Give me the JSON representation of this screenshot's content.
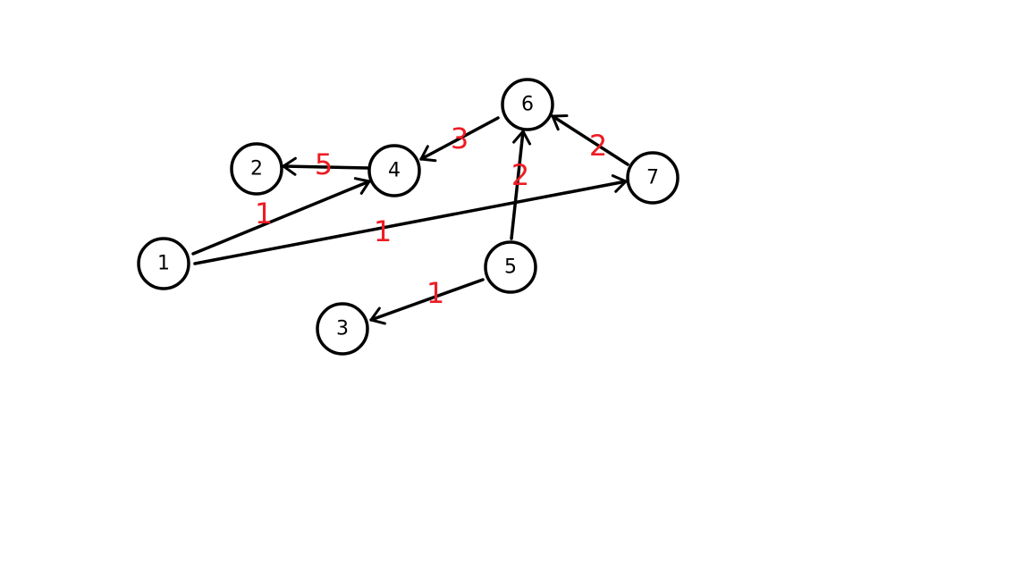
{
  "graph": {
    "directed": true,
    "node_color": "#000000",
    "weight_color": "#ed1c24",
    "nodes": [
      {
        "id": "1",
        "label": "1"
      },
      {
        "id": "2",
        "label": "2"
      },
      {
        "id": "3",
        "label": "3"
      },
      {
        "id": "4",
        "label": "4"
      },
      {
        "id": "5",
        "label": "5"
      },
      {
        "id": "6",
        "label": "6"
      },
      {
        "id": "7",
        "label": "7"
      }
    ],
    "edges": [
      {
        "from": "1",
        "to": "4",
        "weight": "1"
      },
      {
        "from": "1",
        "to": "7",
        "weight": "1"
      },
      {
        "from": "4",
        "to": "2",
        "weight": "5"
      },
      {
        "from": "6",
        "to": "4",
        "weight": "3"
      },
      {
        "from": "5",
        "to": "6",
        "weight": "2"
      },
      {
        "from": "7",
        "to": "6",
        "weight": "2"
      },
      {
        "from": "5",
        "to": "3",
        "weight": "1"
      }
    ]
  }
}
